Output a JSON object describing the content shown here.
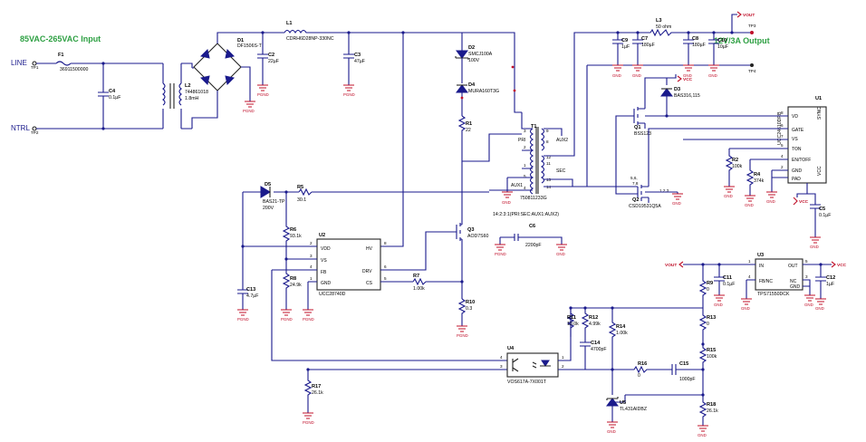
{
  "titles": {
    "input": "85VAC-265VAC Input",
    "output": "12V/3A Output"
  },
  "nets": {
    "line": "LINE",
    "ntrl": "NTRL",
    "vout": "VOUT",
    "vcc": "VCC",
    "pgnd": "PGND",
    "gnd": "GND"
  },
  "testpoints": {
    "tp1": "TP1",
    "tp2": "TP2",
    "tp3": "TP3",
    "tp4": "TP4"
  },
  "parts": {
    "f1": {
      "ref": "F1",
      "value": "36911500000"
    },
    "c4": {
      "ref": "C4",
      "value": "0.1µF"
    },
    "l2": {
      "ref": "L2",
      "value": "744861018",
      "value2": "1.8mH"
    },
    "d1": {
      "ref": "D1",
      "value": "DF1506S-T"
    },
    "l1": {
      "ref": "L1",
      "value": "CDRH6D28NP-330NC"
    },
    "c2": {
      "ref": "C2",
      "value": "22µF"
    },
    "c3": {
      "ref": "C3",
      "value": "47µF"
    },
    "d2": {
      "ref": "D2",
      "value": "SMCJ100A",
      "value2": "100V"
    },
    "d4": {
      "ref": "D4",
      "value": "MURA160T3G"
    },
    "r1": {
      "ref": "R1",
      "value": "22"
    },
    "t1": {
      "ref": "T1",
      "value": "750811233G",
      "ratio": "14:2:3:1(PRI:SEC:AUX1:AUX2)",
      "pri": "PRI",
      "aux2": "AUX2",
      "sec": "SEC",
      "aux1": "AUX1"
    },
    "d5": {
      "ref": "D5",
      "value": "BAS21-TP",
      "value2": "200V"
    },
    "r5": {
      "ref": "R5",
      "value": "30.1"
    },
    "q3": {
      "ref": "Q3",
      "value": "AOD7S60"
    },
    "c6": {
      "ref": "C6",
      "value": "2200pF"
    },
    "r6": {
      "ref": "R6",
      "value": "93.1k"
    },
    "r8": {
      "ref": "R8",
      "value": "24.9k"
    },
    "c13": {
      "ref": "C13",
      "value": "4.7µF"
    },
    "u2": {
      "ref": "U2",
      "value": "UCC28740D",
      "pins": {
        "vdd": "VDD",
        "vs": "VS",
        "fb": "FB",
        "gnd": "GND",
        "hv": "HV",
        "drv": "DRV",
        "cs": "CS"
      }
    },
    "r7": {
      "ref": "R7",
      "value": "1.00k"
    },
    "r10": {
      "ref": "R10",
      "value": "0.3"
    },
    "r17": {
      "ref": "R17",
      "value": "26.1k"
    },
    "c9": {
      "ref": "C9",
      "value": "1µF"
    },
    "c7": {
      "ref": "C7",
      "value": "180µF"
    },
    "l3": {
      "ref": "L3",
      "value": "50 ohm"
    },
    "c8": {
      "ref": "C8",
      "value": "180µF"
    },
    "c10": {
      "ref": "C10",
      "value": "10µF"
    },
    "d3": {
      "ref": "D3",
      "value": "BAS316,115"
    },
    "q1": {
      "ref": "Q1",
      "value": "BSS123"
    },
    "q2": {
      "ref": "Q2",
      "value": "CSD19531Q5A"
    },
    "r2": {
      "ref": "R2",
      "value": "100k"
    },
    "r4": {
      "ref": "R4",
      "value": "374k"
    },
    "c5": {
      "ref": "C5",
      "value": "0.1µF"
    },
    "u1": {
      "ref": "U1",
      "value": "UCC24610DRB",
      "pins": {
        "vd": "VD",
        "gate": "GATE",
        "vs": "VS",
        "ton": "TON",
        "en": "EN/TOFF",
        "gnd": "GND",
        "pad": "PAD",
        "sync": "SYNC",
        "vcc": "VCC"
      }
    },
    "u3": {
      "ref": "U3",
      "value": "TPS71550DCK",
      "pins": {
        "in": "IN",
        "out": "OUT",
        "fbnc": "FB/NC",
        "nc": "NC",
        "gnd": "GND"
      }
    },
    "c11": {
      "ref": "C11",
      "value": "0.1µF"
    },
    "c12": {
      "ref": "C12",
      "value": "1µF"
    },
    "r9": {
      "ref": "R9",
      "value": "0"
    },
    "r13": {
      "ref": "R13",
      "value": "0"
    },
    "r15": {
      "ref": "R15",
      "value": "100k"
    },
    "r18": {
      "ref": "R18",
      "value": "26.1k"
    },
    "r11": {
      "ref": "R11",
      "value": "10.0k"
    },
    "r12": {
      "ref": "R12",
      "value": "4.99k"
    },
    "r14": {
      "ref": "R14",
      "value": "1.00k"
    },
    "c14": {
      "ref": "C14",
      "value": "4700pF"
    },
    "r16": {
      "ref": "R16",
      "value": "0"
    },
    "c15": {
      "ref": "C15",
      "value": "1000pF"
    },
    "u4": {
      "ref": "U4",
      "value": "VOS617A-7X001T"
    },
    "u5": {
      "ref": "U5",
      "value": "TL431AIDBZ"
    }
  }
}
